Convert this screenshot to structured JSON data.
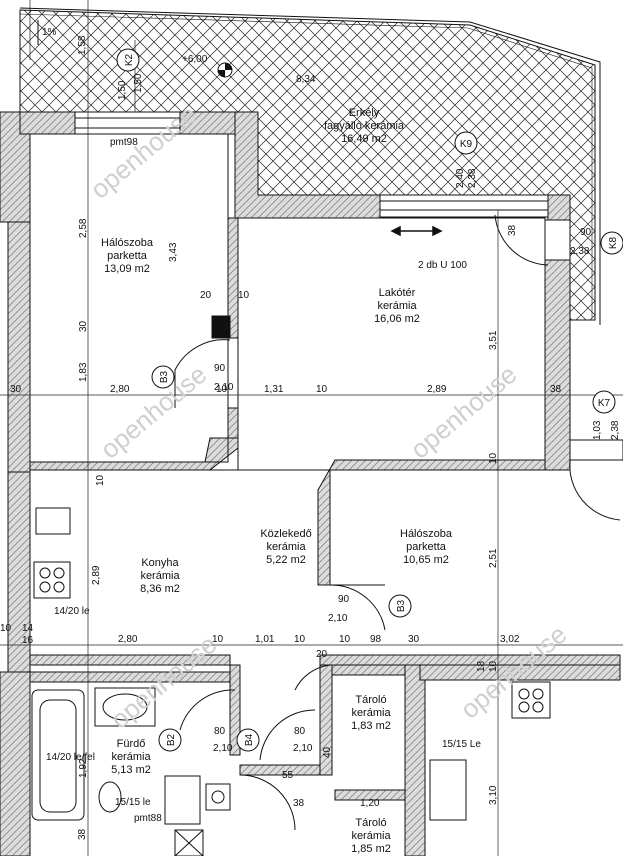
{
  "colors": {
    "wall_fill": "#dcdcdc",
    "line": "#111111",
    "dim_line": "#222222",
    "watermark": "#cfcfcf"
  },
  "watermark_text": "openhouse",
  "top_note": "1%",
  "elevation": "+6,00",
  "rooms": {
    "balcony": {
      "name": "Erkély",
      "floor": "fagyálló  kerámia",
      "area": "16,49 m2"
    },
    "bedroom1": {
      "name": "Hálószoba",
      "floor": "parketta",
      "area": "13,09 m2"
    },
    "living": {
      "name": "Lakótér",
      "floor": "kerámia",
      "area": "16,06 m2"
    },
    "hall": {
      "name": "Közlekedő",
      "floor": "kerámia",
      "area": "5,22 m2"
    },
    "bedroom2": {
      "name": "Hálószoba",
      "floor": "parketta",
      "area": "10,65 m2"
    },
    "kitchen": {
      "name": "Konyha",
      "floor": "kerámia",
      "area": "8,36 m2"
    },
    "storage1": {
      "name": "Tároló",
      "floor": "kerámia",
      "area": "1,83 m2"
    },
    "bathroom": {
      "name": "Fürdő",
      "floor": "kerámia",
      "area": "5,13 m2"
    },
    "storage2": {
      "name": "Tároló",
      "floor": "kerámia",
      "area": "1,85 m2"
    }
  },
  "door_tags": {
    "k2": "K2",
    "k9": "K9",
    "k8": "K8",
    "k7": "K7",
    "b3a": "B3",
    "b3b": "B3",
    "b2": "B2",
    "b4": "B4"
  },
  "notes": {
    "pmt98": "pmt98",
    "u100": "2 db U 100",
    "le14_20": "14/20 le",
    "lefel14_20": "14/20 le/fel",
    "le15_15a": "15/15 Le",
    "le15_15b": "15/15 le",
    "pmt88": "pmt88"
  },
  "dims": {
    "d158": "1,58",
    "d150": "1,50",
    "d150b": "1,50",
    "d834": "8,34",
    "d258": "2,58",
    "d343": "3,43",
    "d30v": "30",
    "d183": "1,83",
    "d20": "20",
    "d10": "10",
    "d90a": "90",
    "d210a": "2,10",
    "d240": "2,40",
    "d238a": "2,38",
    "d38a": "38",
    "d90b": "90",
    "d238b": "2,38",
    "d30h": "30",
    "d280a": "2,80",
    "d10b": "10",
    "d131": "1,31",
    "d10c": "10",
    "d289a": "2,89",
    "d38b": "38",
    "d351": "3,51",
    "d103": "1,03",
    "d238c": "2,38",
    "d10d": "10",
    "d10e": "10",
    "d251": "2,51",
    "d289b": "2,89",
    "d90c": "90",
    "d210b": "2,10",
    "d10f": "10",
    "d14": "14",
    "d16": "16",
    "d280b": "2,80",
    "d10g": "10",
    "d101": "1,01",
    "d10h": "10",
    "d10i": "10",
    "d98": "98",
    "d30j": "30",
    "d302": "3,02",
    "d20b": "20",
    "d10k": "10",
    "d18": "18",
    "d80a": "80",
    "d210c": "2,10",
    "d80b": "80",
    "d210d": "2,10",
    "d40": "40",
    "d55": "55",
    "d38c": "38",
    "d120": "1,20",
    "d310": "3,10",
    "d38d": "38",
    "d192": "1,92"
  }
}
